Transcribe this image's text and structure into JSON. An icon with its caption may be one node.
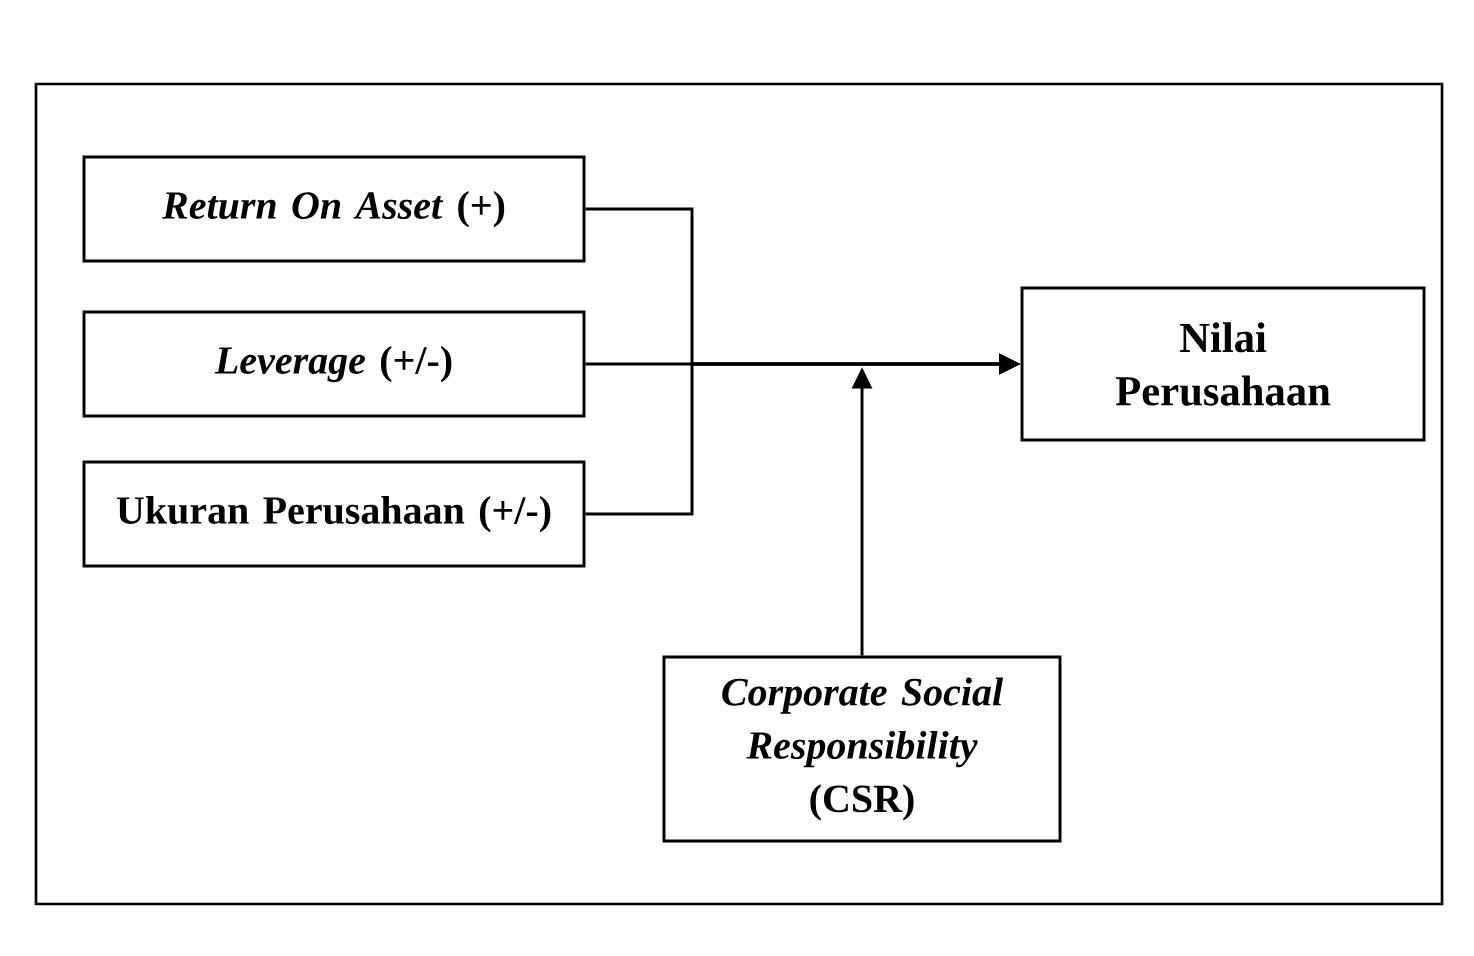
{
  "diagram": {
    "nodes": [
      {
        "text": [
          "*Return On Asset* (+)"
        ]
      },
      {
        "text": [
          "*Leverage* (+/-)"
        ]
      },
      {
        "text": [
          "Ukuran Perusahaan (+/-)"
        ]
      },
      {
        "text": [
          "Nilai Perusahaan"
        ]
      },
      {
        "text": [
          "*Corporate Social Responsibility* (CSR)"
        ]
      }
    ],
    "edges": [
      {
        "from": 0,
        "to": 3,
        "arrow": "to"
      },
      {
        "from": 1,
        "to": 3,
        "arrow": "to"
      },
      {
        "from": 2,
        "to": 3,
        "arrow": "to"
      },
      {
        "from": 4,
        "to": null,
        "arrow": "to"
      }
    ]
  }
}
